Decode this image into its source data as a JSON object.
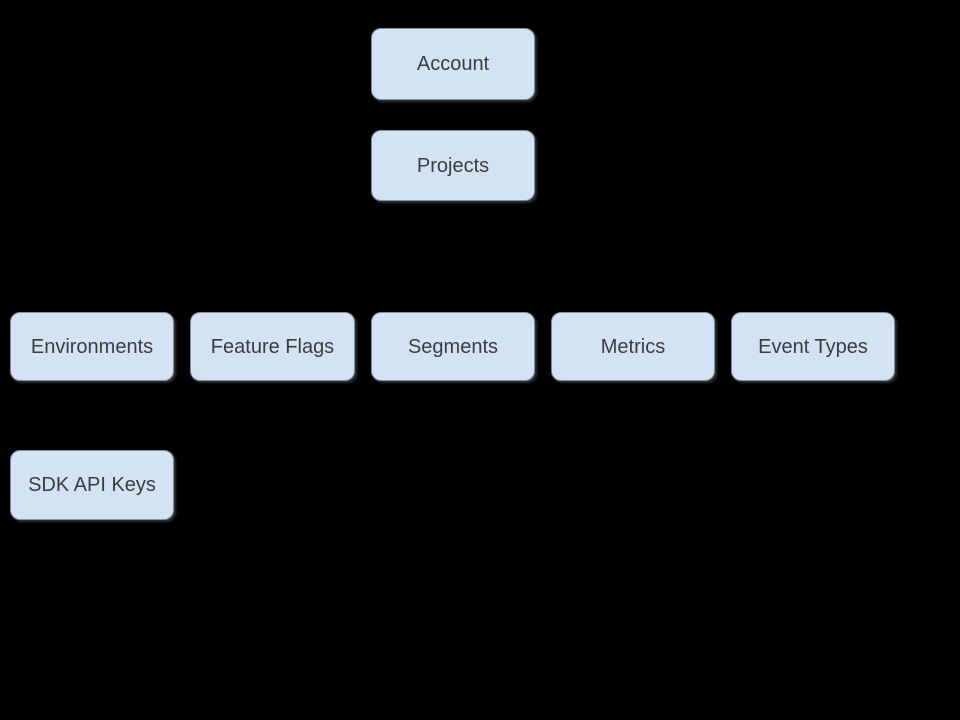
{
  "diagram": {
    "nodes": [
      {
        "id": "account",
        "label": "Account"
      },
      {
        "id": "projects",
        "label": "Projects"
      },
      {
        "id": "environments",
        "label": "Environments"
      },
      {
        "id": "feature-flags",
        "label": "Feature Flags"
      },
      {
        "id": "segments",
        "label": "Segments"
      },
      {
        "id": "metrics",
        "label": "Metrics"
      },
      {
        "id": "event-types",
        "label": "Event Types"
      },
      {
        "id": "sdk-api-keys",
        "label": "SDK API Keys"
      }
    ],
    "colors": {
      "background": "#000000",
      "node_fill": "#d4e3f3",
      "node_border": "#7e8fa0",
      "node_text": "#3c3c3c"
    }
  }
}
